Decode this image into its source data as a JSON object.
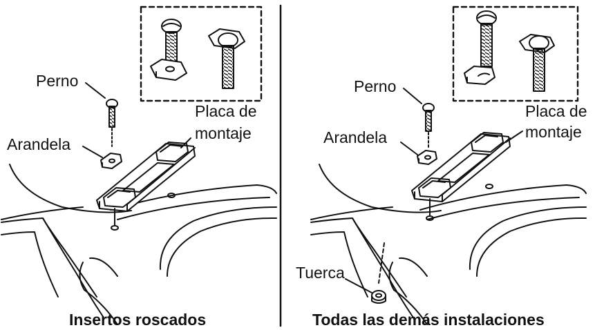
{
  "left_panel": {
    "labels": {
      "perno": "Perno",
      "arandela": "Arandela",
      "placa_line1": "Placa de",
      "placa_line2": "montaje"
    },
    "caption": "Insertos roscados"
  },
  "right_panel": {
    "labels": {
      "perno": "Perno",
      "arandela": "Arandela",
      "placa_line1": "Placa de",
      "placa_line2": "montaje",
      "tuerca": "Tuerca"
    },
    "caption": "Todas las demás instalaciones"
  },
  "colors": {
    "line": "#111111",
    "background": "#ffffff"
  }
}
